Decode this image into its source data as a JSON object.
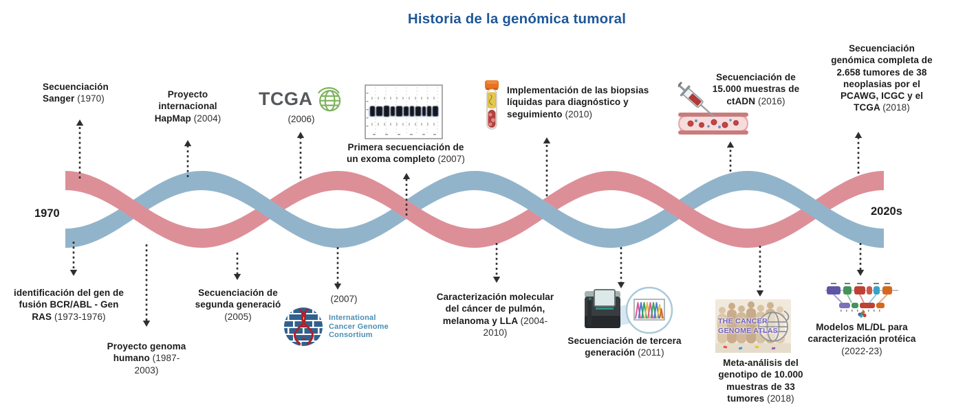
{
  "title": "Historia de la genómica tumoral",
  "timeline": {
    "start": "1970",
    "end": "2020s"
  },
  "colors": {
    "title_blue": "#1e5799",
    "ribbon_pink": "#DD8F98",
    "ribbon_blue": "#92B4CB",
    "arrow": "#2E2E2E",
    "tcga_green": "#7CB25A",
    "tcga_gray": "#55585C",
    "icgc_blue": "#31618E",
    "icgc_red": "#B52025",
    "atlas_purple": "#6F5FC0"
  },
  "milestones": {
    "sanger": {
      "text": "Secuenciación Sanger",
      "year": "(1970)"
    },
    "hapmap": {
      "text": "Proyecto internacional HapMap",
      "year": "(2004)"
    },
    "tcga": {
      "logo_text": "TCGA",
      "year": "(2006)"
    },
    "exoma": {
      "text": "Primera secuenciación de un exoma completo",
      "year": "(2007)"
    },
    "biopsias": {
      "text": "Implementación de las biopsias líquidas para diagnóstico y seguimiento",
      "year": "(2010)"
    },
    "ctadn": {
      "text": "Secuenciación de 15.000 muestras de ctADN",
      "year": "(2016)"
    },
    "pcawg": {
      "text": "Secuenciación genómica completa de 2.658 tumores de 38 neoplasias por el PCAWG, ICGC y el TCGA",
      "year": "(2018)"
    },
    "bcrabl": {
      "text": "identificación del gen de fusión BCR/ABL - Gen RAS",
      "year": "(1973-1976)"
    },
    "genoma": {
      "text": "Proyecto genoma humano",
      "year": "(1987-2003)"
    },
    "segunda": {
      "text": "Secuenciación de segunda generació",
      "year": "(2005)"
    },
    "icgc": {
      "year": "(2007)",
      "logo_line1": "International",
      "logo_line2": "Cancer Genome",
      "logo_line3": "Consortium"
    },
    "caracterizacion": {
      "text": "Caracterización molecular del cáncer de pulmón, melanoma y LLA",
      "year": "(2004-2010)"
    },
    "tercera": {
      "text": "Secuenciación de tercera generación",
      "year": "(2011)"
    },
    "meta": {
      "text": "Meta-análisis del genotipo de 10.000 muestras de 33 tumores",
      "year": "(2018)"
    },
    "mldl": {
      "text": "Modelos ML/DL para caracterización protéica",
      "year": "(2022-23)"
    },
    "atlas_logo": {
      "line1": "THE CANCER",
      "line2": "GENOME ATLAS"
    }
  }
}
